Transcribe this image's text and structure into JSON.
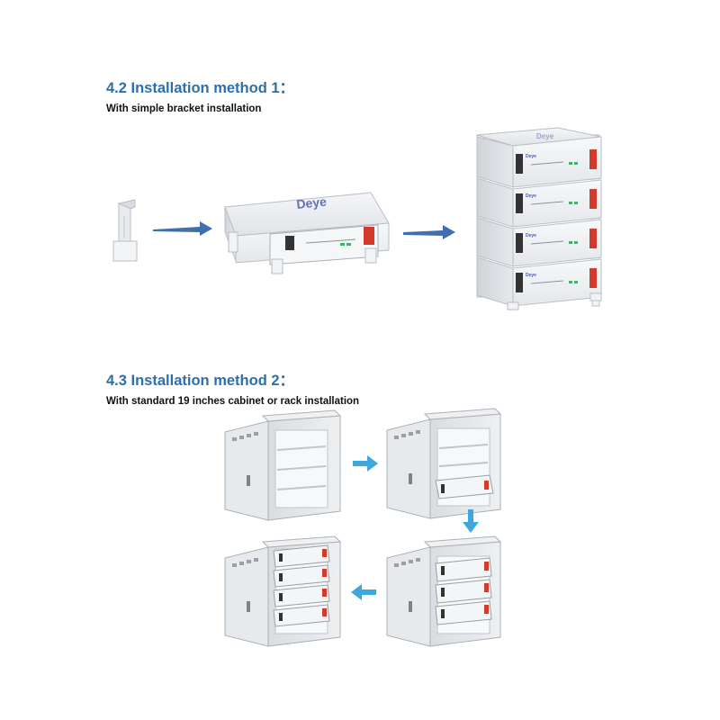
{
  "section_1": {
    "heading": "4.2 Installation method 1：",
    "subheading": "With simple bracket installation",
    "brand_logo": "Deye"
  },
  "section_2": {
    "heading": "4.3 Installation method 2：",
    "subheading": "With standard 19 inches cabinet or rack installation"
  },
  "colors": {
    "heading": "#2c6fb0",
    "arrow_dark": "#3f6fae",
    "arrow_light": "#3da7e0",
    "terminal_red": "#d23b2b",
    "casing": "#e9ecef"
  }
}
